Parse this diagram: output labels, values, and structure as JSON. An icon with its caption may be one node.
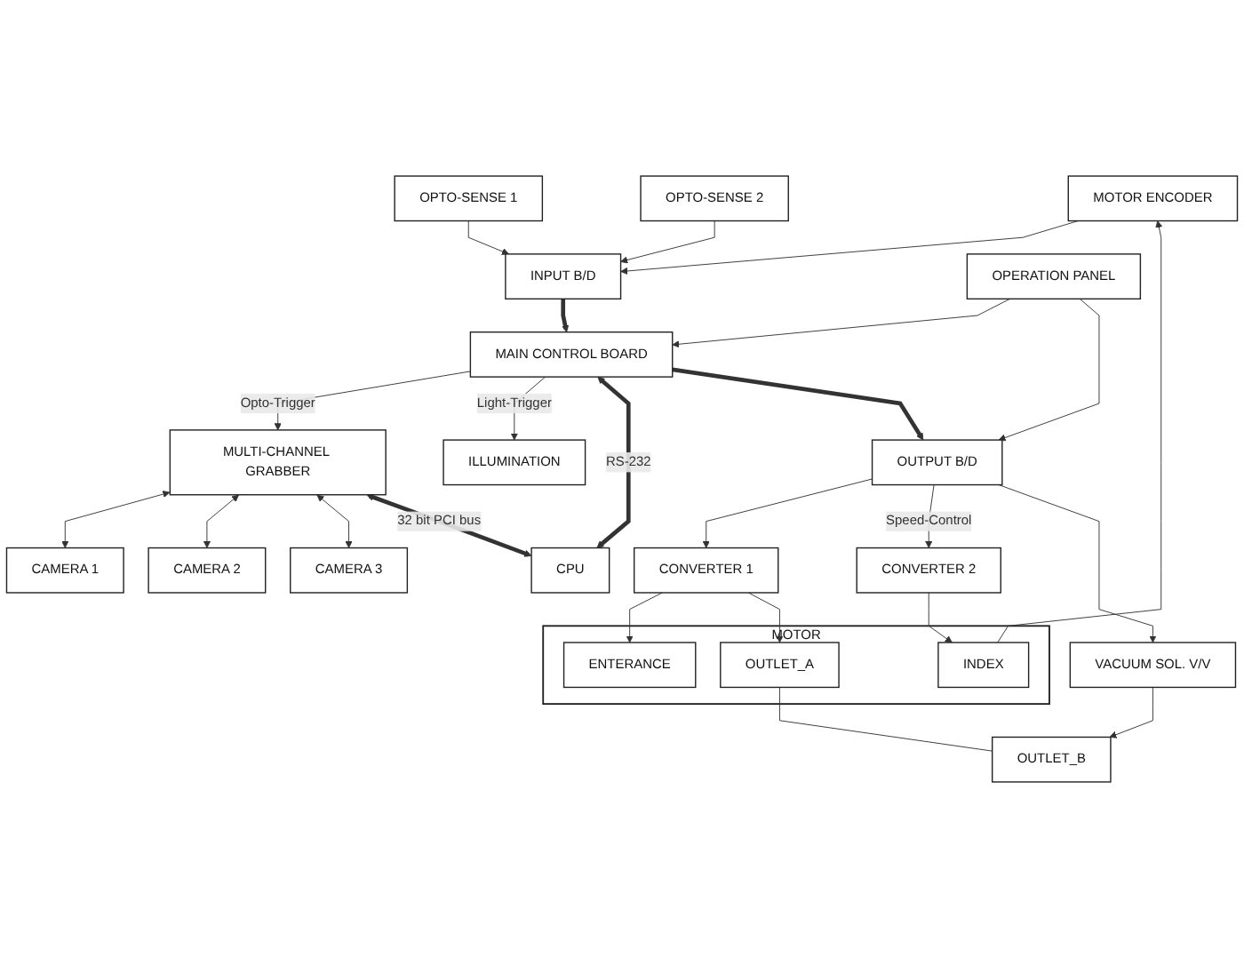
{
  "diagram": {
    "nodes": [
      {
        "text": [
          "CAMERA 1"
        ]
      },
      {
        "text": [
          "CAMERA 2"
        ]
      },
      {
        "text": [
          "CAMERA 3"
        ]
      },
      {
        "text": [
          "MULTI-CHANNEL GRABBER"
        ]
      },
      {
        "text": [
          "CPU"
        ]
      },
      {
        "text": [
          "ILLUMINATION"
        ]
      },
      {
        "text": [
          "MAIN CONTROL BOARD"
        ]
      },
      {
        "text": [
          "OPTO-SENSE 1"
        ]
      },
      {
        "text": [
          "OPTO-SENSE 2"
        ]
      },
      {
        "text": [
          "INPUT B/D"
        ]
      },
      {
        "text": [
          "OUTPUT B/D"
        ]
      },
      {
        "text": [
          "OPERATION PANEL"
        ]
      },
      {
        "text": [
          "CONVERTER 1"
        ]
      },
      {
        "text": [
          "CONVERTER 2"
        ]
      },
      {
        "text": [
          "MOTOR ENCODER"
        ]
      },
      {
        "text": [
          "VACUUM SOL. V/V"
        ]
      },
      {
        "text": [
          "MOTOR"
        ]
      },
      {
        "text": [
          "ENTERANCE"
        ],
        "in": 16
      },
      {
        "text": [
          "INDEX"
        ],
        "in": 16
      },
      {
        "text": [
          "OUTLET_A"
        ],
        "in": 16
      },
      {
        "text": [
          "OUTLET_B"
        ]
      }
    ],
    "edges": [
      {
        "from": 3,
        "to": 0,
        "arrow": "both"
      },
      {
        "from": 3,
        "to": 1,
        "arrow": "both"
      },
      {
        "from": 3,
        "to": 2,
        "arrow": "both"
      },
      {
        "from": 3,
        "to": 4,
        "arrow": "both",
        "label": "32 bit PCI bus",
        "style": "thick"
      },
      {
        "from": 6,
        "to": 3,
        "arrow": "to",
        "label": "Opto-Trigger"
      },
      {
        "from": 6,
        "to": 5,
        "arrow": "to",
        "label": "Light-Trigger"
      },
      {
        "from": 6,
        "to": 4,
        "arrow": "both",
        "label": "RS-232",
        "style": "thick"
      },
      {
        "from": 11,
        "to": 6,
        "arrow": "to"
      },
      {
        "from": 11,
        "to": 10,
        "arrow": "to"
      },
      {
        "from": 9,
        "to": 6,
        "arrow": "to",
        "style": "thick"
      },
      {
        "from": 6,
        "to": 10,
        "arrow": "to",
        "style": "thick"
      },
      {
        "from": 7,
        "to": 9,
        "arrow": "to"
      },
      {
        "from": 8,
        "to": 9,
        "arrow": "to"
      },
      {
        "from": 14,
        "to": 9,
        "arrow": "to"
      },
      {
        "from": 10,
        "to": 12,
        "arrow": "to"
      },
      {
        "from": 10,
        "to": 13,
        "arrow": "to",
        "label": "Speed-Control"
      },
      {
        "from": 10,
        "to": 15,
        "arrow": "to"
      },
      {
        "from": 15,
        "to": 20,
        "arrow": "to"
      },
      {
        "from": 12,
        "to": 17,
        "arrow": "to"
      },
      {
        "from": 12,
        "to": 19,
        "arrow": "to"
      },
      {
        "from": 13,
        "to": 18,
        "arrow": "to"
      },
      {
        "from": 18,
        "to": 14,
        "arrow": "to"
      },
      {
        "from": 19,
        "to": 20,
        "arrow": "none"
      }
    ]
  }
}
